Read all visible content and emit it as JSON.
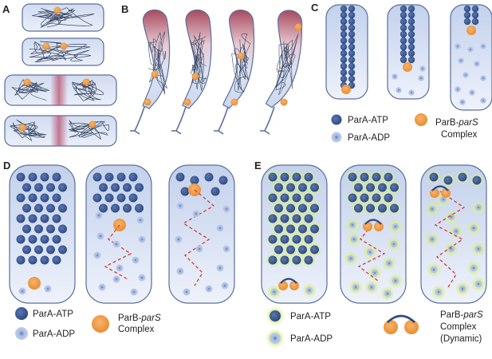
{
  "panels": {
    "a": {
      "letter": "A"
    },
    "b": {
      "letter": "B"
    },
    "c": {
      "letter": "C"
    },
    "d": {
      "letter": "D"
    },
    "e": {
      "letter": "E"
    }
  },
  "legend_c": {
    "atp": "ParA-ATP",
    "adp": "ParA-ADP",
    "complex_line1_prefix": "ParB-",
    "complex_line1_italic": "parS",
    "complex_line2": "Complex"
  },
  "legend_d": {
    "atp": "ParA-ATP",
    "adp": "ParA-ADP",
    "complex_line1_prefix": "ParB-",
    "complex_line1_italic": "parS",
    "complex_line2": "Complex"
  },
  "legend_e": {
    "atp": "ParA-ATP",
    "adp": "ParA-ADP",
    "complex_line1_prefix": "ParB-",
    "complex_line1_italic": "parS",
    "complex_line2": "Complex",
    "complex_line3": "(Dynamic)"
  },
  "colors": {
    "cell_fill_top": "#c9d6ee",
    "cell_fill_bottom": "#eef2fb",
    "cell_stroke": "#5a6f9a",
    "parA_atp": "#3d5a96",
    "parA_adp": "#9fb3dc",
    "parB_complex": "#f0a04b",
    "glow": "#cde86a",
    "trail": "#d43a3a",
    "septum": "#b9506e"
  }
}
